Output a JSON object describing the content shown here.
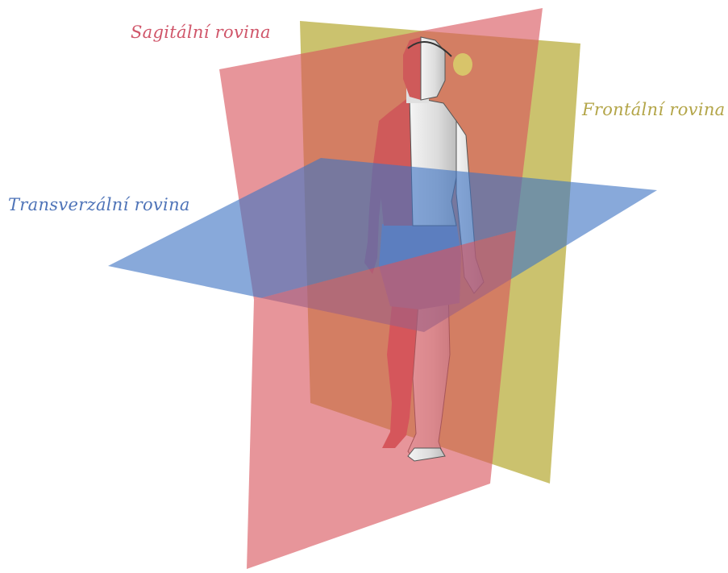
{
  "labels": {
    "sagittal": "Sagitální rovina",
    "frontal": "Frontální rovina",
    "transverse": "Transverzální rovina"
  },
  "colors": {
    "sagittal_plane": "#d9545c",
    "frontal_plane": "#b7aa36",
    "transverse_plane": "#3f74c4",
    "sagittal_label": "#d0566a",
    "frontal_label": "#b3a548",
    "transverse_label": "#4f74b8",
    "skin": "#e6e6e6"
  }
}
